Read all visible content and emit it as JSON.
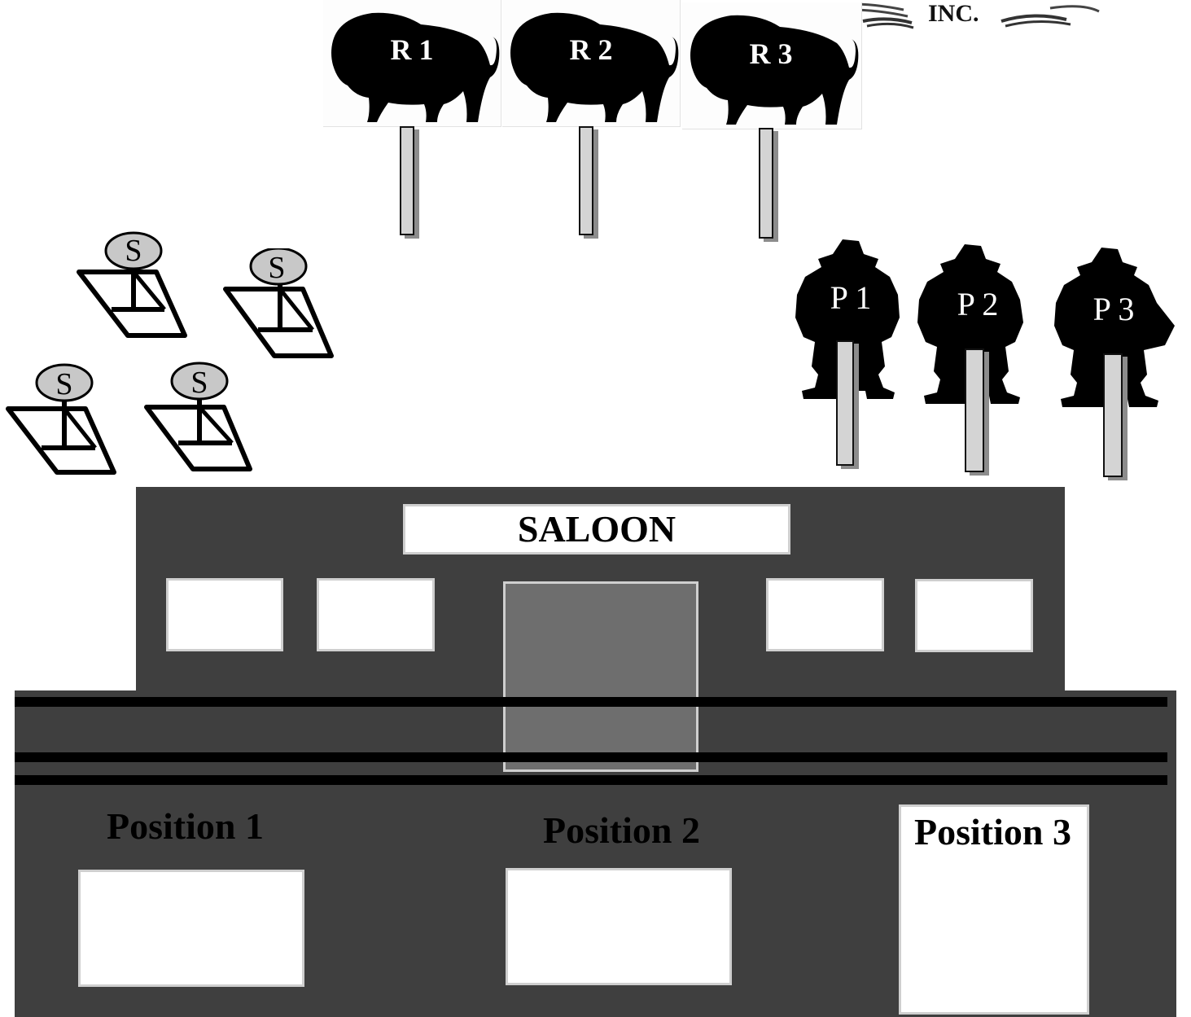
{
  "logo": {
    "text": "INC."
  },
  "rifle_targets": [
    {
      "label": "R 1"
    },
    {
      "label": "R 2"
    },
    {
      "label": "R 3"
    }
  ],
  "shotgun_targets": [
    {
      "label": "S"
    },
    {
      "label": "S"
    },
    {
      "label": "S"
    },
    {
      "label": "S"
    }
  ],
  "pistol_targets": [
    {
      "label": "P 1"
    },
    {
      "label": "P 2"
    },
    {
      "label": "P 3"
    }
  ],
  "saloon": {
    "sign": "SALOON",
    "positions": [
      {
        "label": "Position 1"
      },
      {
        "label": "Position 2"
      },
      {
        "label": "Position 3"
      }
    ]
  },
  "colors": {
    "building": "#3f3f3f",
    "door": "#6e6e6e",
    "target_silhouette": "#000000",
    "shotgun_disc": "#c8c8c8",
    "post": "#d4d4d4"
  }
}
